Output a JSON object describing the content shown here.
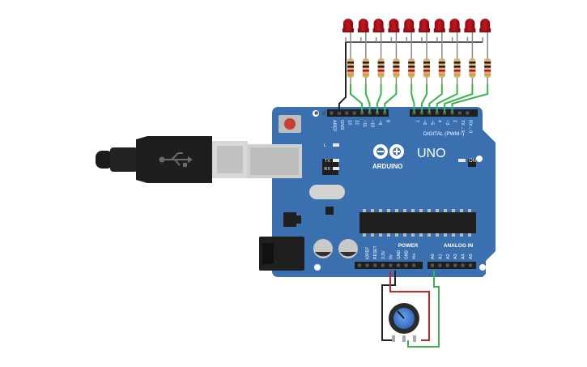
{
  "board": {
    "brand": "ARDUINO",
    "model": "UNO",
    "on_label": "ON",
    "led_labels": [
      "L",
      "TX",
      "RX"
    ],
    "digital_header_label": "DIGITAL (PWM~)",
    "power_header_label": "POWER",
    "analog_header_label": "ANALOG IN",
    "top_pins": [
      "AREF",
      "GND",
      "13",
      "12",
      "~11",
      "~10",
      "~9",
      "8",
      "7",
      "~6",
      "~5",
      "4",
      "~3",
      "2",
      "TX→1",
      "RX←0"
    ],
    "power_pins": [
      "IOREF",
      "RESET",
      "3.3V",
      "5V",
      "GND",
      "GND",
      "Vin"
    ],
    "analog_pins": [
      "A0",
      "A1",
      "A2",
      "A3",
      "A4",
      "A5"
    ]
  },
  "components": {
    "led_count": 10,
    "resistor_count": 10,
    "led_color": "#b5121b",
    "potentiometer_knob_color": "#3f7fd6",
    "board_color": "#3a6fb0"
  },
  "wires": {
    "signal_color": "#3ab54a",
    "ground_color": "#222222",
    "power_color": "#d22222"
  }
}
